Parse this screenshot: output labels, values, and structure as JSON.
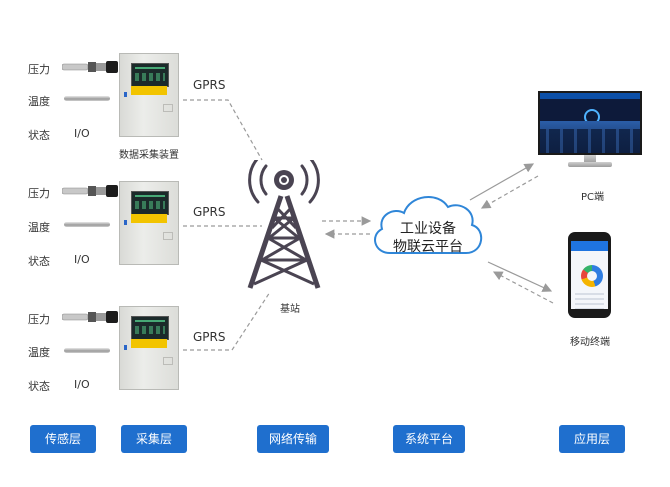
{
  "sensor_rows": [
    {
      "pressure": "压力",
      "temperature": "温度",
      "status": "状态",
      "io": "I/O",
      "link": "GPRS",
      "device_caption": "数据采集装置"
    },
    {
      "pressure": "压力",
      "temperature": "温度",
      "status": "状态",
      "io": "I/O",
      "link": "GPRS"
    },
    {
      "pressure": "压力",
      "temperature": "温度",
      "status": "状态",
      "io": "I/O",
      "link": "GPRS"
    }
  ],
  "tower": {
    "caption": "基站"
  },
  "cloud": {
    "line1": "工业设备",
    "line2": "物联云平台"
  },
  "clients": {
    "pc": "PC端",
    "mobile": "移动终端"
  },
  "layers": [
    "传感层",
    "采集层",
    "网络传输",
    "系统平台",
    "应用层"
  ],
  "colors": {
    "layer_button": "#1f6fce",
    "tower": "#4a4452",
    "cloud_stroke": "#2f86d8",
    "arrow": "#9a9a9a"
  }
}
